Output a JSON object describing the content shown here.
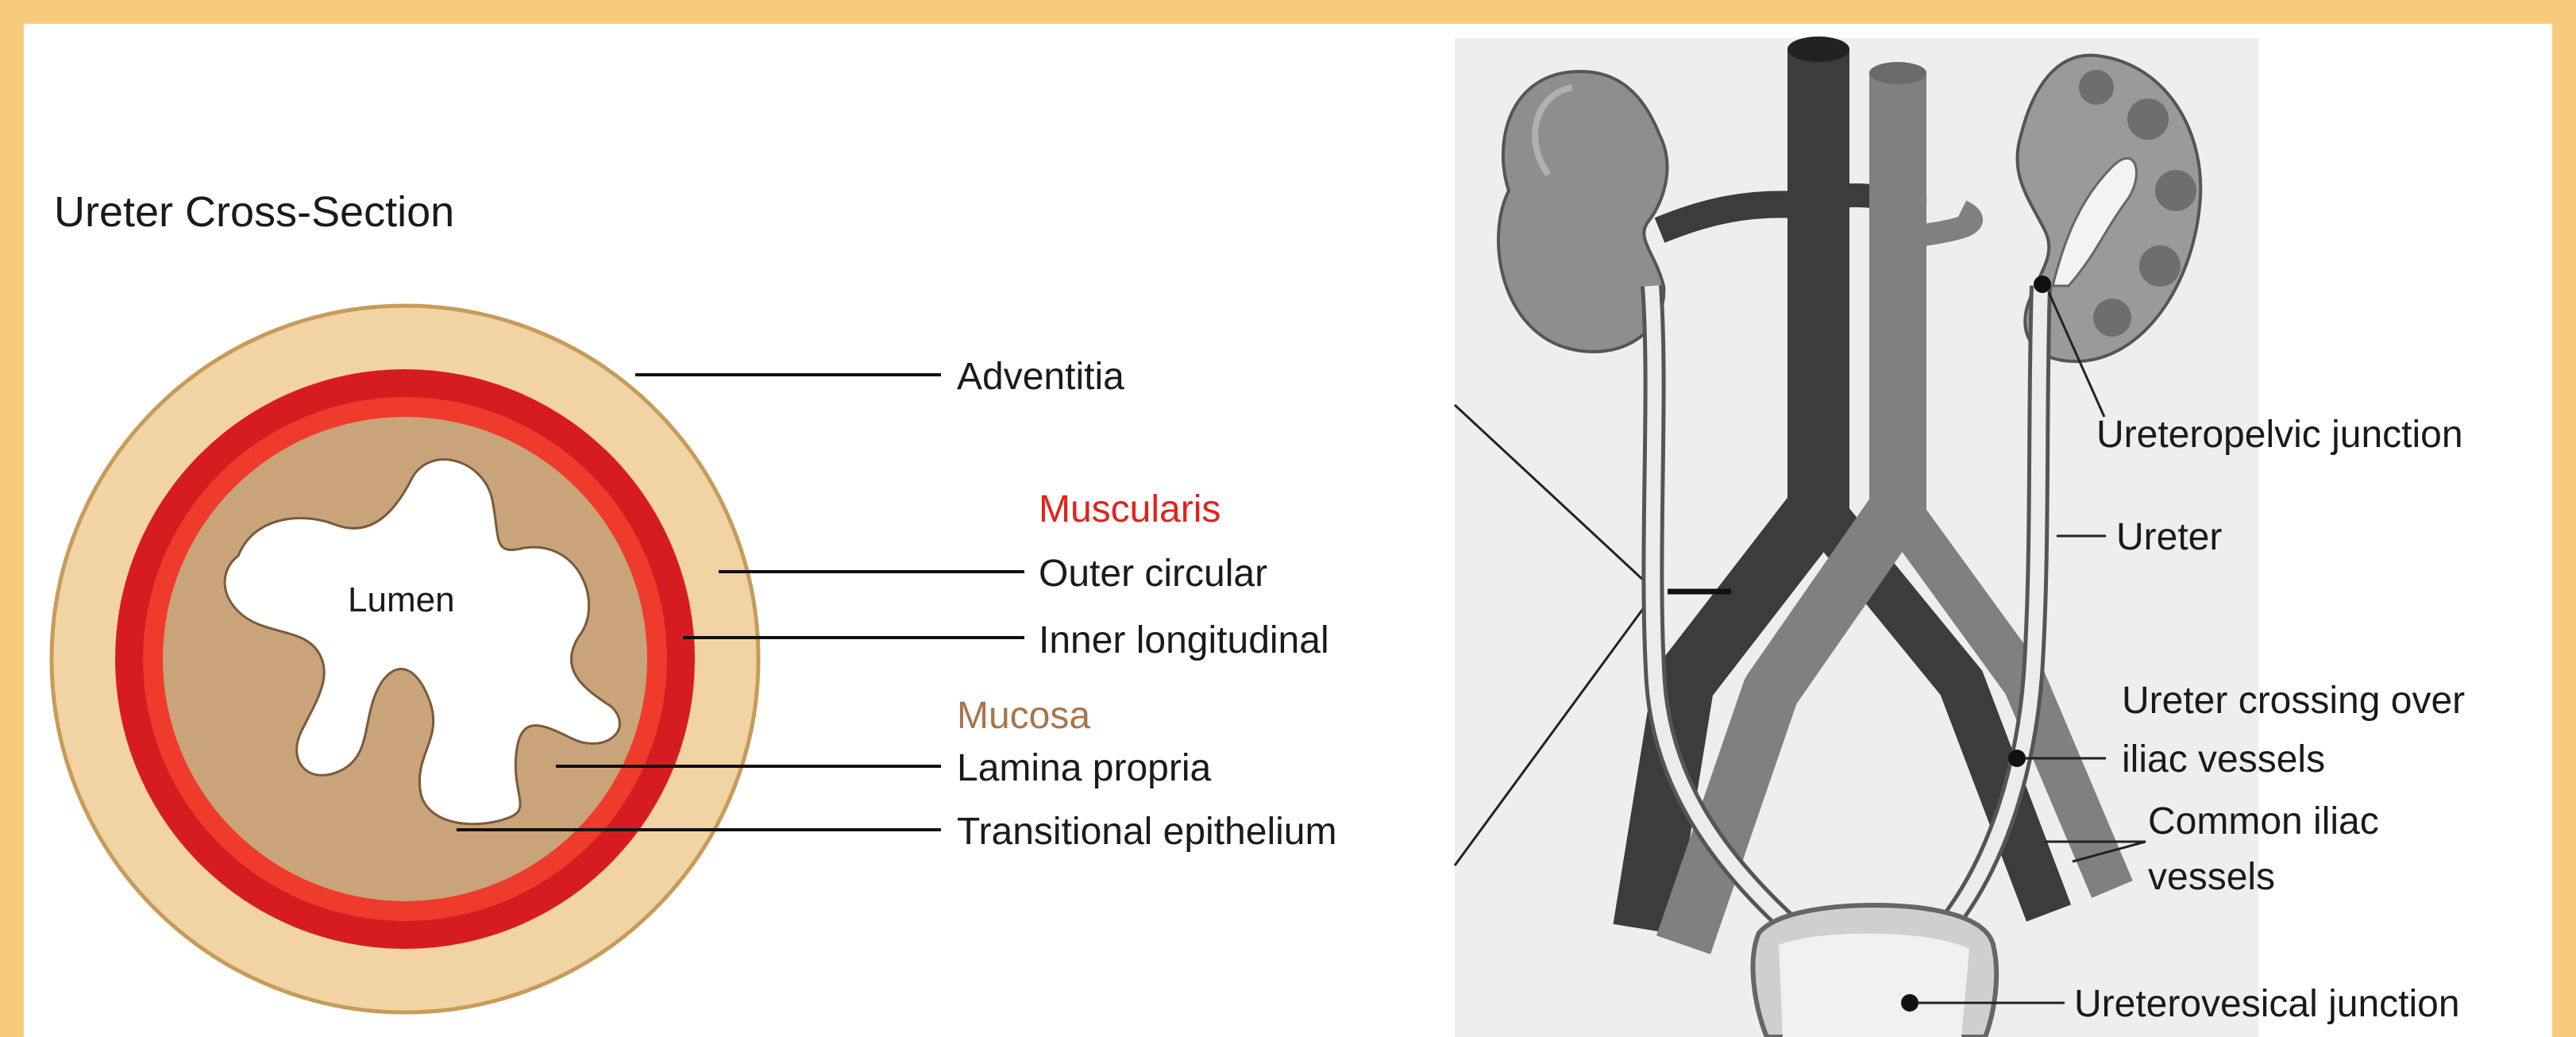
{
  "left_panel": {
    "title": "Ureter Cross-Section",
    "lumen": "Lumen",
    "labels": {
      "adventitia": "Adventitia",
      "muscularis": "Muscularis",
      "outer_circular": "Outer circular",
      "inner_longitudinal": "Inner longitudinal",
      "mucosa": "Mucosa",
      "lamina_propria": "Lamina propria",
      "transitional_epithelium": "Transitional epithelium"
    }
  },
  "right_panel": {
    "labels": {
      "ureteropelvic_junction": "Ureteropelvic junction",
      "ureter": "Ureter",
      "ureter_crossing_1": "Ureter crossing over",
      "ureter_crossing_2": "iliac vessels",
      "common_iliac_1": "Common iliac",
      "common_iliac_2": "vessels",
      "ureterovesical_junction": "Ureterovesical junction"
    }
  },
  "colors": {
    "frame": "#f9c97c",
    "adventitia": "#f2d3a3",
    "muscularis": "#e8262a",
    "muscularis_outer": "#d61c21",
    "mucosa": "#c9a37a",
    "muscularis_text": "#e2231a",
    "mucosa_text": "#a8764a"
  }
}
